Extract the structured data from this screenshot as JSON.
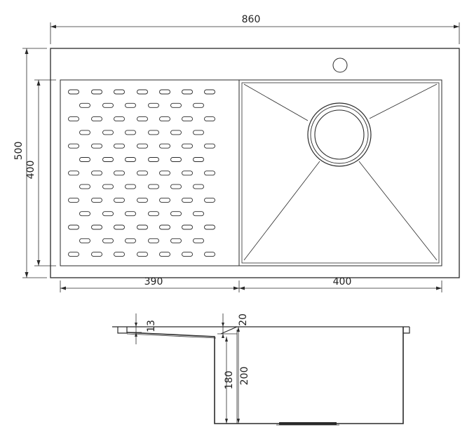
{
  "top_view": {
    "overall_width": "860",
    "overall_depth": "500",
    "bowl_depth": "400",
    "drainer_width": "390",
    "bowl_width": "400"
  },
  "section_view": {
    "drainer_step": "13",
    "rim_height": "20",
    "drainer_depth": "180",
    "bowl_height": "200"
  },
  "drainer_slots": {
    "rows": 13,
    "long_row_count": 7,
    "short_row_count": 6
  },
  "colors": {
    "line": "#2a2a2a",
    "background": "#ffffff"
  }
}
